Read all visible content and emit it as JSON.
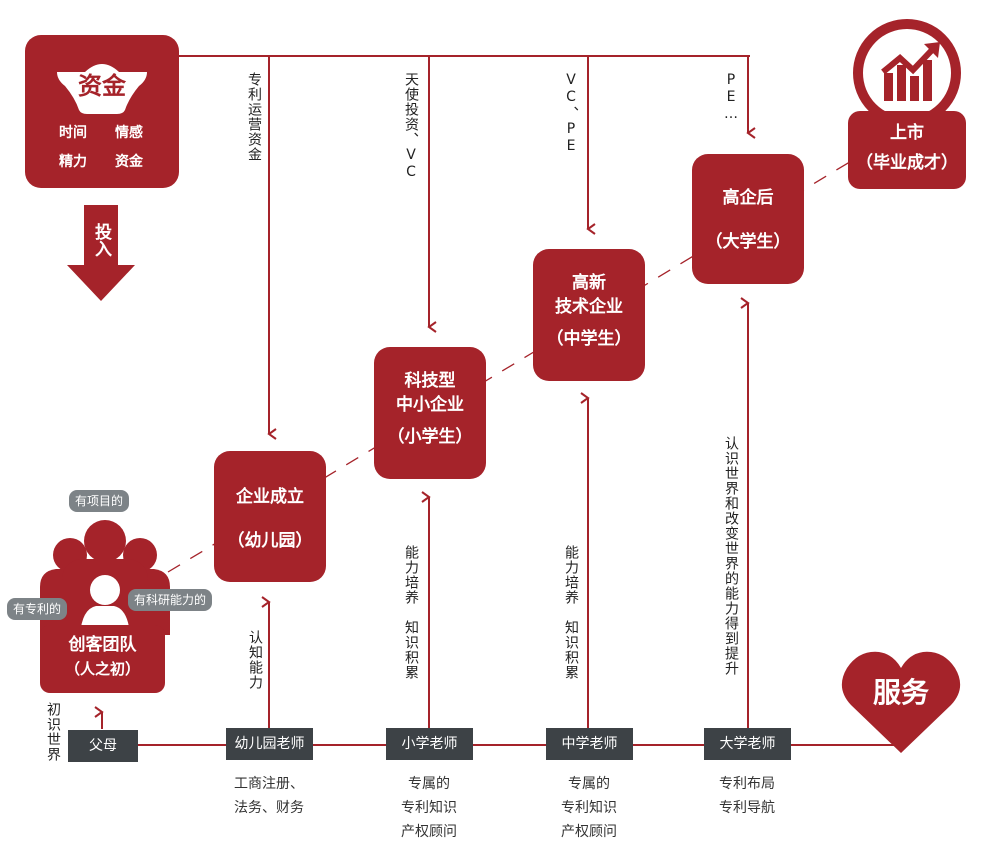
{
  "colors": {
    "primary_red": "#a5232a",
    "dark_gray": "#3d4246",
    "bubble_gray": "#7d8387",
    "text": "#222222"
  },
  "funding": {
    "icon": "gold-ingot-icon",
    "title": "资金",
    "items": [
      "时间",
      "情感",
      "精力",
      "资金"
    ],
    "arrow_label": "投入"
  },
  "funding_labels": {
    "patent_ops": "专利运营资金",
    "angel": "天使投资、VC",
    "vc_pe": "VC、PE",
    "pe": "PE…"
  },
  "stages": {
    "team": {
      "title": "创客团队",
      "subtitle": "（人之初）",
      "tags": [
        "有项目的",
        "有专利的",
        "有科研能力的"
      ]
    },
    "kindergarten": {
      "title": "企业成立",
      "subtitle": "（幼儿园）"
    },
    "primary": {
      "title1": "科技型",
      "title2": "中小企业",
      "subtitle": "（小学生）"
    },
    "middle": {
      "title1": "高新",
      "title2": "技术企业",
      "subtitle": "（中学生）"
    },
    "university": {
      "title": "高企后",
      "subtitle": "（大学生）"
    },
    "ipo": {
      "title": "上市",
      "subtitle": "（毕业成才）",
      "icon": "growth-chart-icon"
    }
  },
  "growth_labels": {
    "parents": "初识世界",
    "kindergarten": "认知能力",
    "primary": "能力培养　知识积累",
    "middle": "能力培养　知识积累",
    "university": "认识世界和改变世界的能力得到提升"
  },
  "teachers": [
    {
      "label": "父母",
      "note": []
    },
    {
      "label": "幼儿园老师",
      "note": [
        "工商注册、",
        "法务、财务"
      ]
    },
    {
      "label": "小学老师",
      "note": [
        "专属的",
        "专利知识",
        "产权顾问"
      ]
    },
    {
      "label": "中学老师",
      "note": [
        "专属的",
        "专利知识",
        "产权顾问"
      ]
    },
    {
      "label": "大学老师",
      "note": [
        "专利布局",
        "专利导航"
      ]
    }
  ],
  "service": {
    "label": "服务",
    "icon": "heart-icon"
  }
}
